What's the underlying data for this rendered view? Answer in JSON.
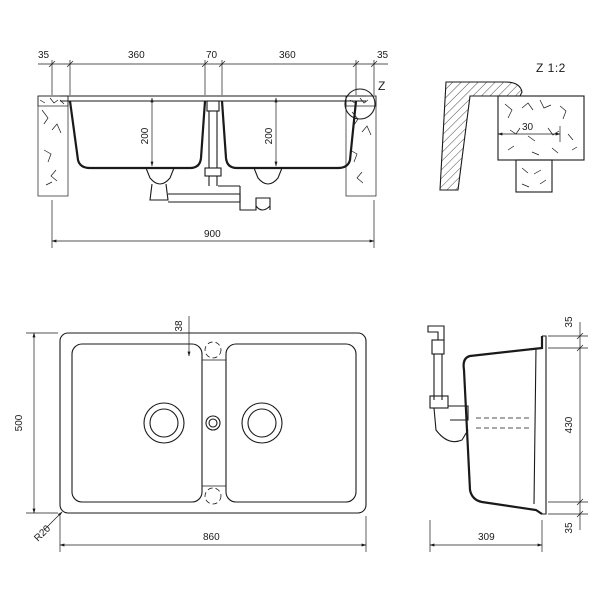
{
  "top_section": {
    "dimensions": {
      "rim_left": "35",
      "bowl_left_width": "360",
      "middle": "70",
      "bowl_right_width": "360",
      "rim_right": "35",
      "depth_left": "200",
      "depth_right": "200",
      "overall_width": "900"
    },
    "detail_marker": "Z"
  },
  "detail_view": {
    "title": "Z 1:2",
    "dimension": "30"
  },
  "plan_view": {
    "dimensions": {
      "height": "500",
      "width": "860",
      "divider": "38",
      "corner_radius": "R20"
    }
  },
  "side_view": {
    "dimensions": {
      "top": "35",
      "middle": "430",
      "bottom": "35",
      "depth": "309"
    }
  },
  "colors": {
    "line": "#1a1a1a",
    "background": "#ffffff"
  }
}
